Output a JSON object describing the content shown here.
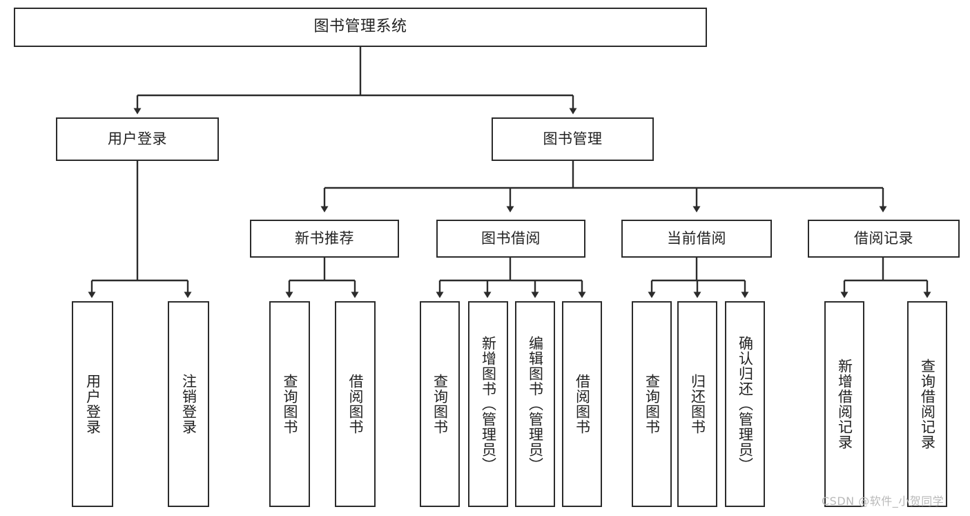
{
  "diagram": {
    "title": "图书管理系统",
    "type": "tree-hierarchy",
    "watermark": "CSDN @软件_小贺同学",
    "colors": {
      "box_border": "#2b2b2b",
      "box_fill": "#ffffff",
      "connector": "#2b2b2b",
      "text": "#222222",
      "watermark": "#b9b9b9",
      "background": "#ffffff"
    },
    "levels": {
      "root": {
        "label": "图书管理系统"
      },
      "level2": [
        {
          "label": "用户登录"
        },
        {
          "label": "图书管理"
        }
      ],
      "level3": [
        {
          "label": "新书推荐"
        },
        {
          "label": "图书借阅"
        },
        {
          "label": "当前借阅"
        },
        {
          "label": "借阅记录"
        }
      ],
      "leaves": {
        "user_login": [
          {
            "label": "用户登录"
          },
          {
            "label": "注销登录"
          }
        ],
        "new_book_recommend": [
          {
            "label": "查询图书"
          },
          {
            "label": "借阅图书"
          }
        ],
        "book_borrow": [
          {
            "label": "查询图书"
          },
          {
            "label": "新增图书（管理员）"
          },
          {
            "label": "编辑图书（管理员）"
          },
          {
            "label": "借阅图书"
          }
        ],
        "current_borrow": [
          {
            "label": "查询图书"
          },
          {
            "label": "归还图书"
          },
          {
            "label": "确认归还（管理员）"
          }
        ],
        "borrow_record": [
          {
            "label": "新增借阅记录"
          },
          {
            "label": "查询借阅记录"
          }
        ]
      }
    }
  }
}
